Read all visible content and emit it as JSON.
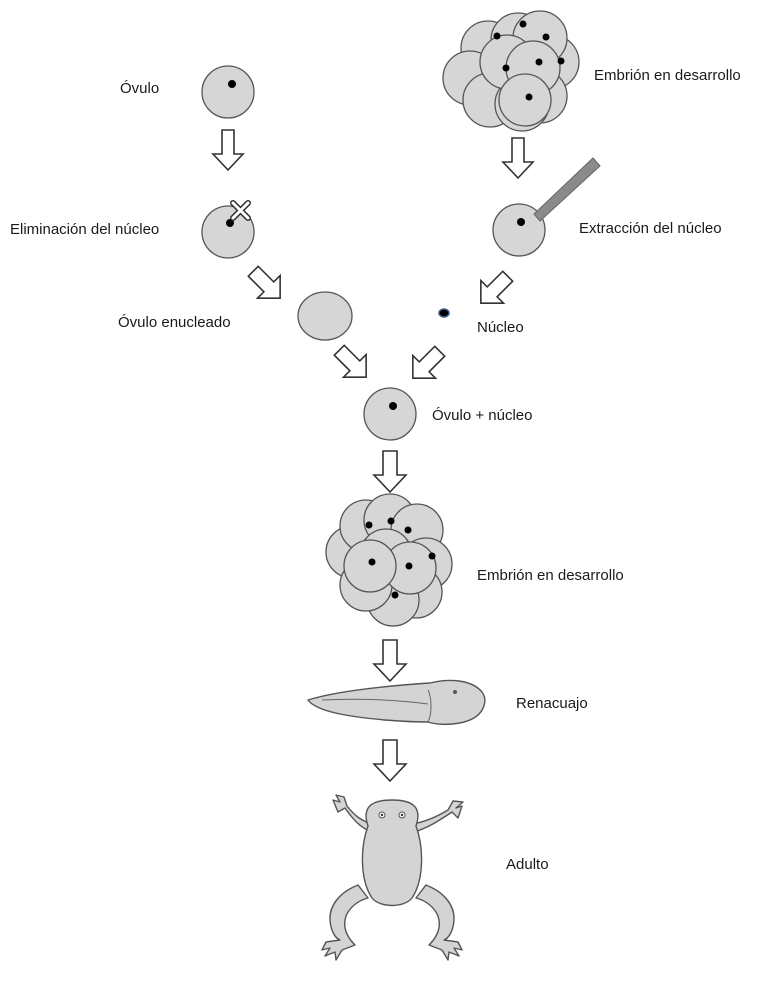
{
  "labels": {
    "ovulo": "Óvulo",
    "embrion_top": "Embrión en desarrollo",
    "eliminacion": "Eliminación del núcleo",
    "extraccion": "Extracción del núcleo",
    "ovulo_enucleado": "Óvulo enucleado",
    "nucleo": "Núcleo",
    "ovulo_nucleo": "Óvulo + núcleo",
    "embrion_mid": "Embrión en desarrollo",
    "renacuajo": "Renacuajo",
    "adulto": "Adulto"
  },
  "colors": {
    "cell_fill": "#d6d6d6",
    "cell_stroke": "#555555",
    "nucleus": "#000000",
    "arrow_fill": "#ffffff",
    "arrow_stroke": "#333333",
    "pipette": "#8a8a8a"
  }
}
